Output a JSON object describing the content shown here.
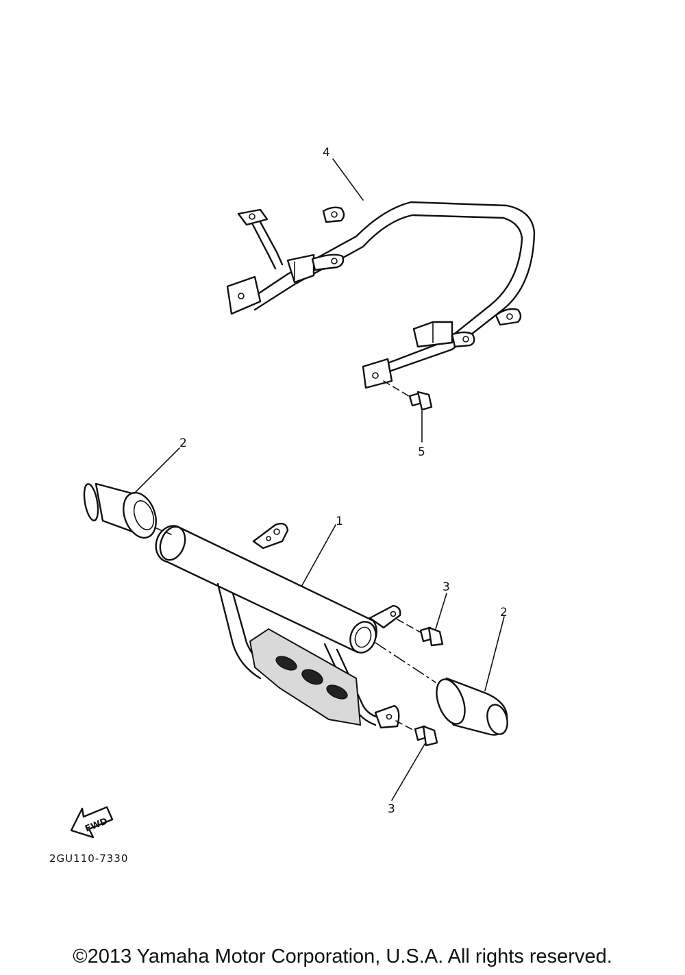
{
  "diagram": {
    "callouts": {
      "part_1": "1",
      "part_2_left": "2",
      "part_2_right": "2",
      "part_3_upper": "3",
      "part_3_lower": "3",
      "part_4": "4",
      "part_5": "5"
    },
    "fwd_label": "FWD",
    "drawing_code": "2GU110-7330"
  },
  "footer": {
    "copyright": "©2013 Yamaha Motor Corporation, U.S.A. All rights reserved."
  }
}
